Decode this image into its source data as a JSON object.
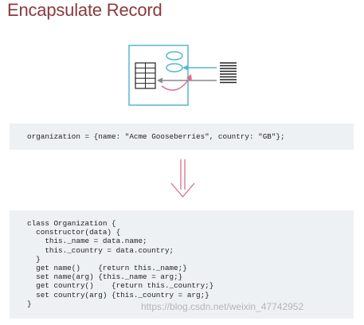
{
  "title": "Encapsulate Record",
  "code_before": "organization = {name: \"Acme Gooseberries\", country: \"GB\"};",
  "code_after_lines": [
    "class Organization {",
    "  constructor(data) {",
    "    this._name = data.name;",
    "    this._country = data.country;",
    "  }",
    "  get name()    {return this._name;}",
    "  set name(arg) {this._name = arg;}",
    "  get country()    {return this._country;}",
    "  set country(arg) {this._country = arg;}",
    "}"
  ],
  "watermark": "https://blog.csdn.net/weixin_47742952",
  "colors": {
    "title": "#8a3a3f",
    "teal": "#56b7cf",
    "pink": "#d9708a",
    "gray": "#888888",
    "codebg": "#eef1f4"
  }
}
